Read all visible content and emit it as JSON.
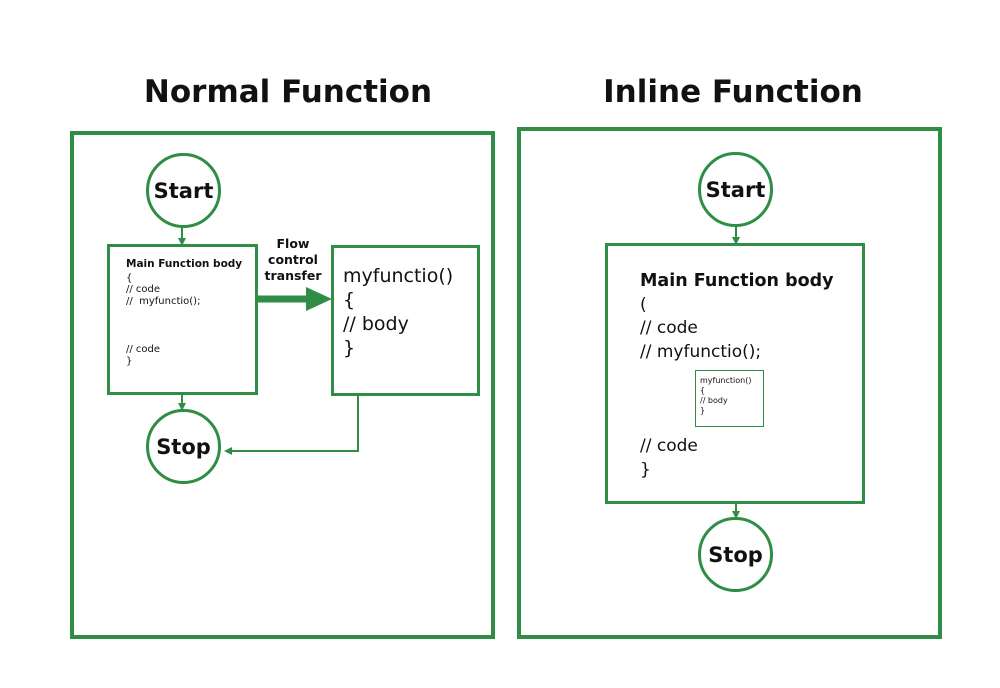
{
  "colors": {
    "accent_green": "#2f8d46",
    "text": "#111111",
    "background": "#ffffff"
  },
  "normal": {
    "title": "Normal Function",
    "start_label": "Start",
    "stop_label": "Stop",
    "main_box": {
      "heading": "Main Function body",
      "lines": [
        "{",
        "// code",
        "//  myfunctio();",
        "",
        "",
        "// code",
        "}"
      ]
    },
    "arrow_label_lines": [
      "Flow",
      "control",
      "transfer"
    ],
    "callee_box": {
      "lines": [
        "myfunctio()",
        "{",
        "// body",
        "}"
      ]
    }
  },
  "inline": {
    "title": "Inline Function",
    "start_label": "Start",
    "stop_label": "Stop",
    "main_box": {
      "heading": "Main Function body",
      "lines_before": [
        "(",
        "// code",
        "// myfunctio();"
      ],
      "lines_after": [
        "// code",
        "}"
      ]
    },
    "inner_box": {
      "lines": [
        "myfunction()",
        "{",
        "// body",
        "}"
      ]
    }
  }
}
